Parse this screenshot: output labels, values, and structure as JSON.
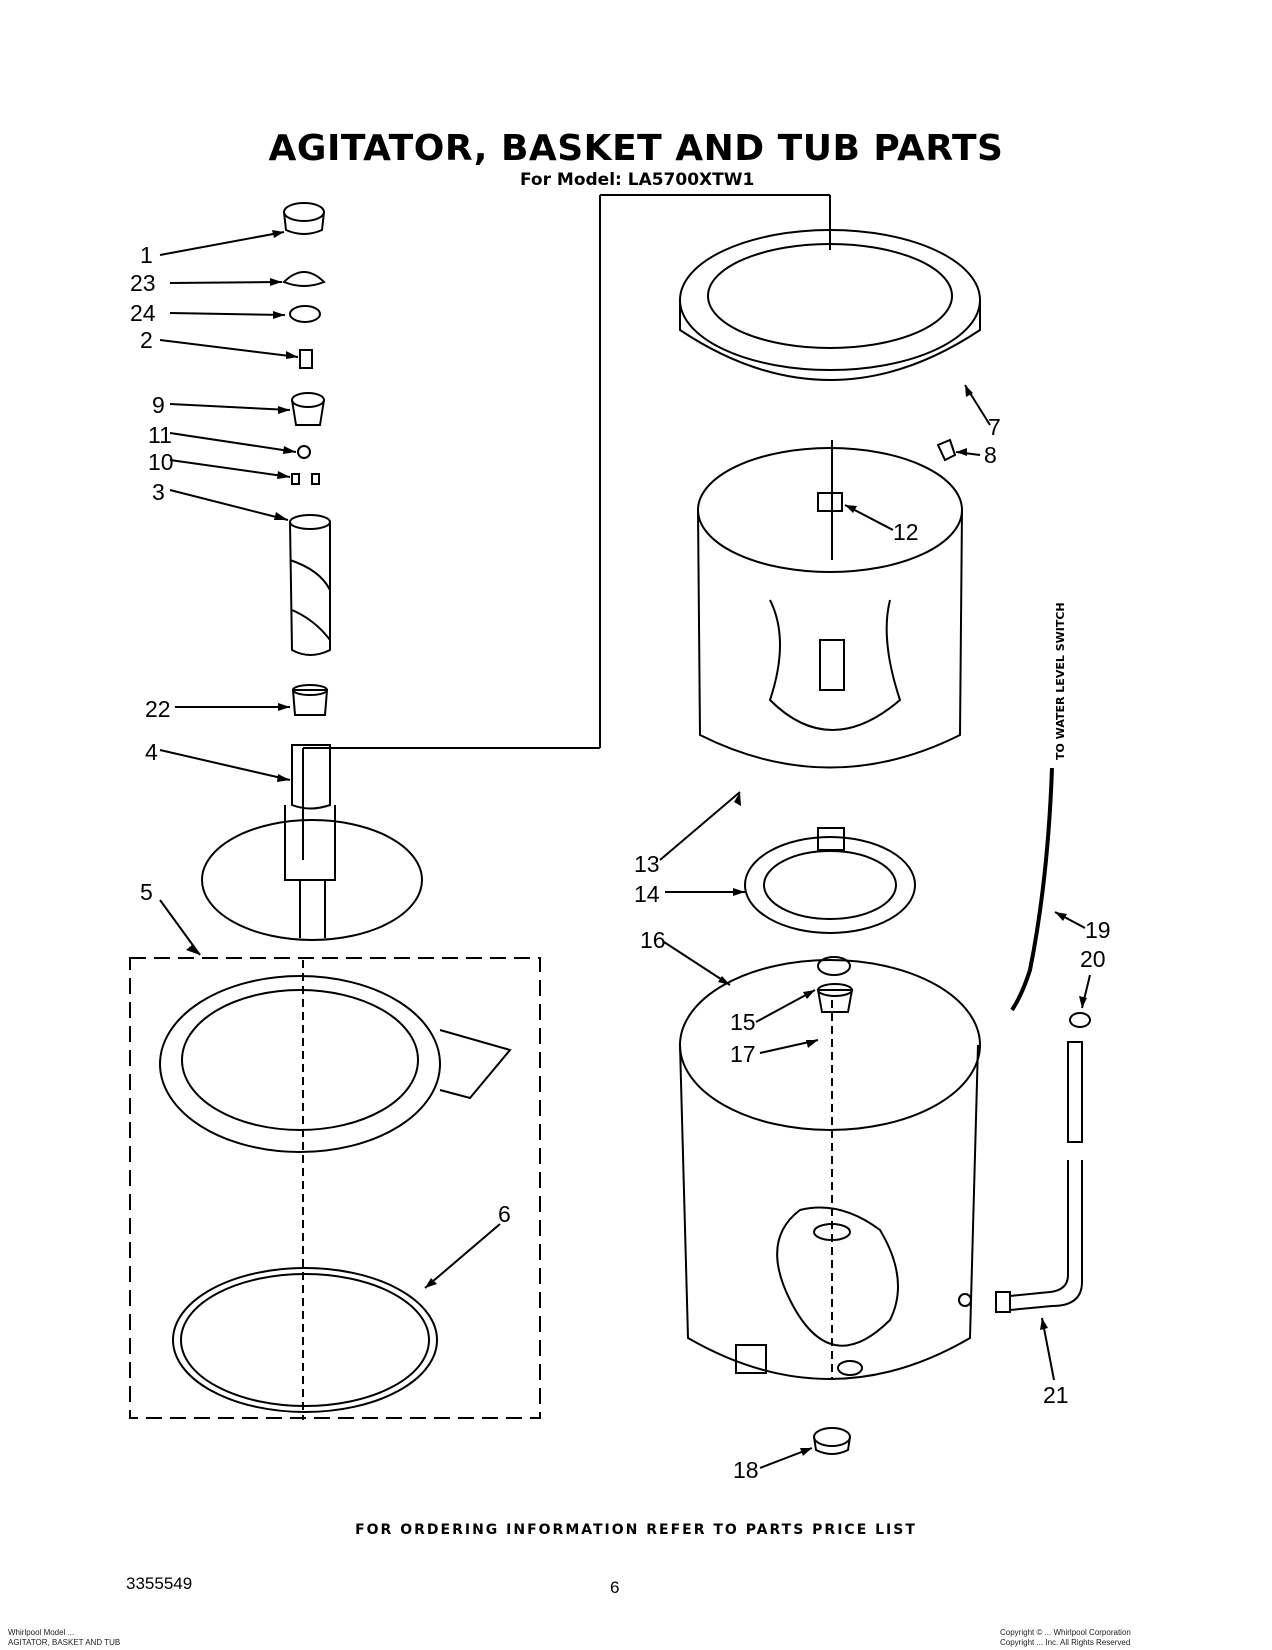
{
  "header": {
    "title": "AGITATOR, BASKET AND TUB PARTS",
    "subtitle": "For Model: LA5700XTW1"
  },
  "callouts": [
    "1",
    "23",
    "24",
    "2",
    "9",
    "11",
    "10",
    "3",
    "22",
    "4",
    "5",
    "6",
    "7",
    "8",
    "12",
    "13",
    "14",
    "16",
    "15",
    "17",
    "19",
    "20",
    "21",
    "18"
  ],
  "side_note": "TO WATER LEVEL SWITCH",
  "footer": {
    "ordering_note": "FOR ORDERING INFORMATION REFER TO PARTS PRICE LIST",
    "doc_number": "3355549",
    "page_number": "6",
    "corner_left_1": "Whirlpool Model ...",
    "corner_left_2": "AGITATOR, BASKET AND TUB",
    "corner_right_1": "Copyright © ... Whirlpool Corporation",
    "corner_right_2": "Copyright ... Inc. All Rights Reserved"
  }
}
